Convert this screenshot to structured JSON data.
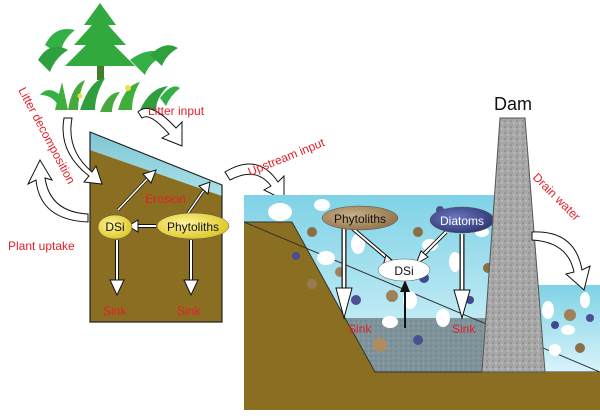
{
  "labels": {
    "litter_decomposition": "Litter decomposition",
    "litter_input": "Litter input",
    "upstream_input": "Upstream input",
    "erosion": "Erosion",
    "dsi_soil": "DSi",
    "phytoliths_soil": "Phytoliths",
    "plant_uptake": "Plant uptake",
    "sink_soil_left": "Sink",
    "sink_soil_right": "Sink",
    "dam": "Dam",
    "drain_water": "Drain water",
    "phytoliths_water": "Phytoliths",
    "diatoms": "Diatoms",
    "dsi_water": "DSi",
    "sink_water_left": "Sink",
    "sink_water_right": "Sink"
  },
  "colors": {
    "soil": "#8a6f22",
    "water": "#9ee0ee",
    "phytolith": "#a5875a",
    "diatom": "#3f4a8e",
    "vegetation": "#31a93c",
    "label_red": "#e0202a"
  }
}
